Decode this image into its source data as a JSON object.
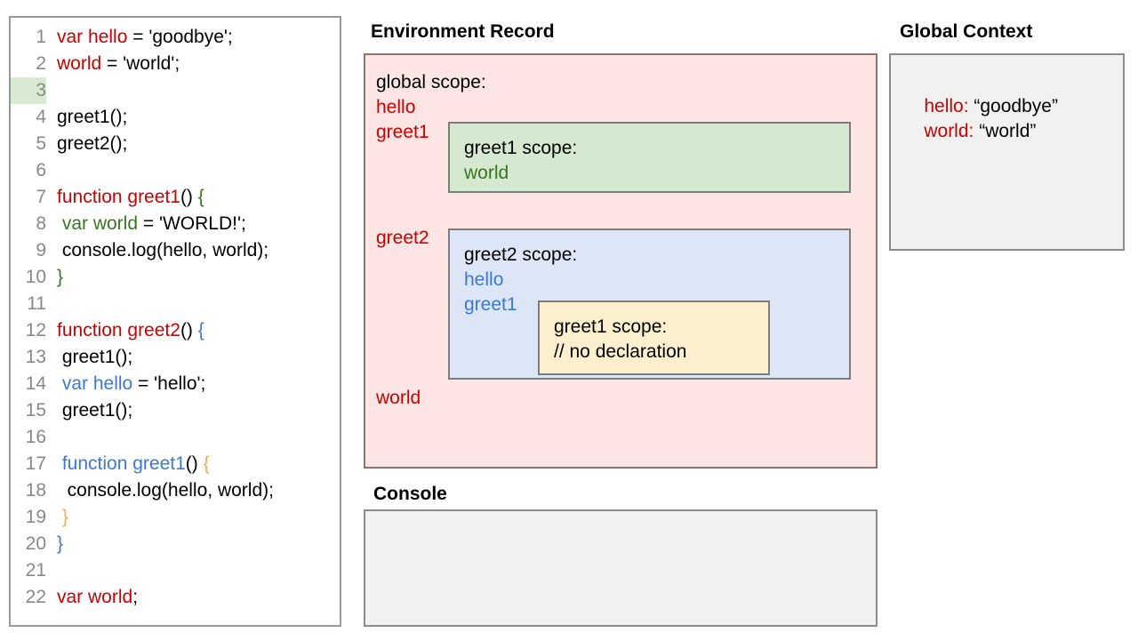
{
  "code_panel": {
    "lines": [
      {
        "number": "1",
        "highlighted": false,
        "tokens": [
          {
            "t": "var hello",
            "c": "red"
          },
          {
            "t": " = 'goodbye';",
            "c": "black"
          }
        ]
      },
      {
        "number": "2",
        "highlighted": false,
        "tokens": [
          {
            "t": "world",
            "c": "red"
          },
          {
            "t": " = 'world';",
            "c": "black"
          }
        ]
      },
      {
        "number": "3",
        "highlighted": true,
        "tokens": []
      },
      {
        "number": "4",
        "highlighted": false,
        "tokens": [
          {
            "t": "greet1();",
            "c": "black"
          }
        ]
      },
      {
        "number": "5",
        "highlighted": false,
        "tokens": [
          {
            "t": "greet2();",
            "c": "black"
          }
        ]
      },
      {
        "number": "6",
        "highlighted": false,
        "tokens": []
      },
      {
        "number": "7",
        "highlighted": false,
        "tokens": [
          {
            "t": "function greet1",
            "c": "red"
          },
          {
            "t": "() ",
            "c": "black"
          },
          {
            "t": "{",
            "c": "green"
          }
        ]
      },
      {
        "number": "8",
        "highlighted": false,
        "tokens": [
          {
            "t": " var world",
            "c": "green"
          },
          {
            "t": " = 'WORLD!';",
            "c": "black"
          }
        ]
      },
      {
        "number": "9",
        "highlighted": false,
        "tokens": [
          {
            "t": " console.log(hello, world);",
            "c": "black"
          }
        ]
      },
      {
        "number": "10",
        "highlighted": false,
        "tokens": [
          {
            "t": "}",
            "c": "green"
          }
        ]
      },
      {
        "number": "11",
        "highlighted": false,
        "tokens": []
      },
      {
        "number": "12",
        "highlighted": false,
        "tokens": [
          {
            "t": "function greet2",
            "c": "red"
          },
          {
            "t": "() ",
            "c": "black"
          },
          {
            "t": "{",
            "c": "blue"
          }
        ]
      },
      {
        "number": "13",
        "highlighted": false,
        "tokens": [
          {
            "t": " greet1();",
            "c": "black"
          }
        ]
      },
      {
        "number": "14",
        "highlighted": false,
        "tokens": [
          {
            "t": " var hello",
            "c": "blue"
          },
          {
            "t": " = 'hello';",
            "c": "black"
          }
        ]
      },
      {
        "number": "15",
        "highlighted": false,
        "tokens": [
          {
            "t": " greet1();",
            "c": "black"
          }
        ]
      },
      {
        "number": "16",
        "highlighted": false,
        "tokens": []
      },
      {
        "number": "17",
        "highlighted": false,
        "tokens": [
          {
            "t": " function greet1",
            "c": "blue"
          },
          {
            "t": "() ",
            "c": "black"
          },
          {
            "t": "{",
            "c": "orange"
          }
        ]
      },
      {
        "number": "18",
        "highlighted": false,
        "tokens": [
          {
            "t": "  console.log(hello, world);",
            "c": "black"
          }
        ]
      },
      {
        "number": "19",
        "highlighted": false,
        "tokens": [
          {
            "t": " }",
            "c": "orange"
          }
        ]
      },
      {
        "number": "20",
        "highlighted": false,
        "tokens": [
          {
            "t": "}",
            "c": "blue"
          }
        ]
      },
      {
        "number": "21",
        "highlighted": false,
        "tokens": []
      },
      {
        "number": "22",
        "highlighted": false,
        "tokens": [
          {
            "t": "var world",
            "c": "red"
          },
          {
            "t": ";",
            "c": "black"
          }
        ]
      }
    ]
  },
  "environment_record": {
    "heading": "Environment Record",
    "global_scope": {
      "title": "global scope:",
      "bindings": [
        "hello",
        "greet1",
        "greet2",
        "world"
      ]
    },
    "greet1_scope": {
      "title": "greet1 scope:",
      "bindings": [
        "world"
      ]
    },
    "greet2_scope": {
      "title": "greet2 scope:",
      "bindings": [
        "hello",
        "greet1"
      ]
    },
    "greet1_inner_scope": {
      "title": "greet1 scope:",
      "note": "// no declaration"
    }
  },
  "console": {
    "heading": "Console",
    "output": ""
  },
  "global_context": {
    "heading": "Global Context",
    "entries": [
      {
        "key": "hello:",
        "value": " “goodbye”"
      },
      {
        "key": "world:",
        "value": " “world”"
      }
    ]
  },
  "colors": {
    "red": "#cc0000",
    "green": "#38761d",
    "blue": "#3c78d8",
    "orange": "#e8b44a",
    "pink_box": "#fce5e3",
    "green_box": "#d5e8d0",
    "blue_box": "#dce6f7",
    "yellow_box": "#fcefcd",
    "gray_box": "#f1f1f1",
    "line_highlight": "#d9ead3"
  }
}
